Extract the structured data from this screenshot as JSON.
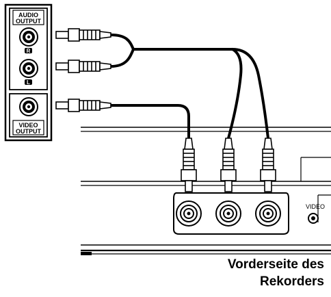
{
  "source_panel": {
    "audio_label_line1": "AUDIO",
    "audio_label_line2": "OUTPUT",
    "right_channel_badge": "R",
    "left_channel_badge": "L",
    "video_label_line1": "VIDEO",
    "video_label_line2": "OUTPUT"
  },
  "recorder": {
    "side_video_label": "VIDEO"
  },
  "caption": {
    "line1": "Vorderseite des",
    "line2": "Rekorders"
  }
}
